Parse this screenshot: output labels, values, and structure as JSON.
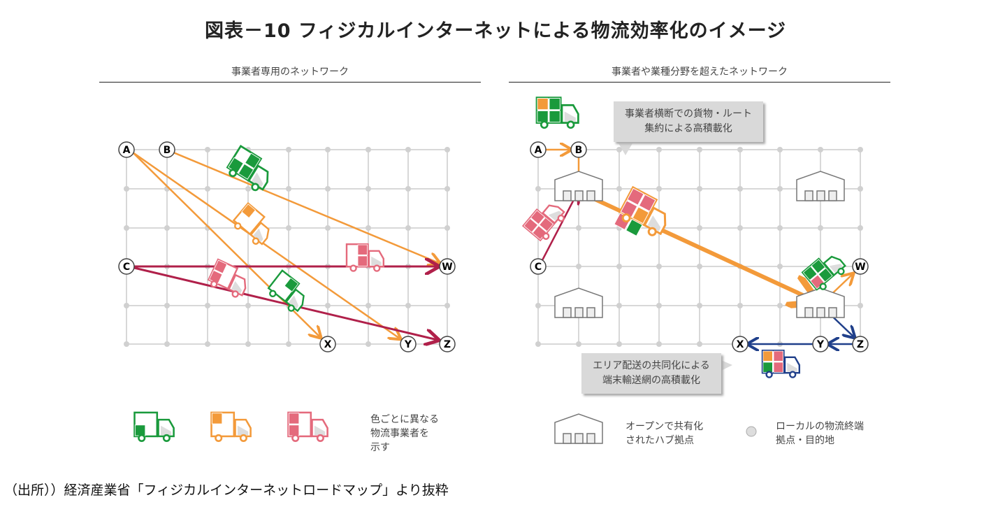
{
  "title": "図表－10  フィジカルインターネットによる物流効率化のイメージ",
  "left_panel": {
    "heading": "事業者専用のネットワーク",
    "nodes": [
      "A",
      "B",
      "C",
      "W",
      "X",
      "Y",
      "Z"
    ]
  },
  "right_panel": {
    "heading": "事業者や業種分野を超えたネットワーク",
    "nodes": [
      "A",
      "B",
      "C",
      "W",
      "X",
      "Y",
      "Z"
    ],
    "callout_top": [
      "事業者横断での貨物・ルート",
      "集約による高積載化"
    ],
    "callout_bottom": [
      "エリア配送の共同化による",
      "端末輸送網の高積載化"
    ]
  },
  "legend": {
    "trucks_text": [
      "色ごとに異なる",
      "物流事業者を",
      "示す"
    ],
    "hub_text": [
      "オープンで共有化",
      "されたハブ拠点"
    ],
    "node_text": [
      "ローカルの物流終端",
      "拠点・目的地"
    ]
  },
  "source": "（出所））経済産業省「フィジカルインターネットロードマップ」より抜粋",
  "colors": {
    "green": "#1a9a3c",
    "orange": "#f39a3a",
    "pink": "#e46a7c",
    "crimson": "#b0204a",
    "navy": "#1f3f8a",
    "grid": "#cccccc"
  }
}
